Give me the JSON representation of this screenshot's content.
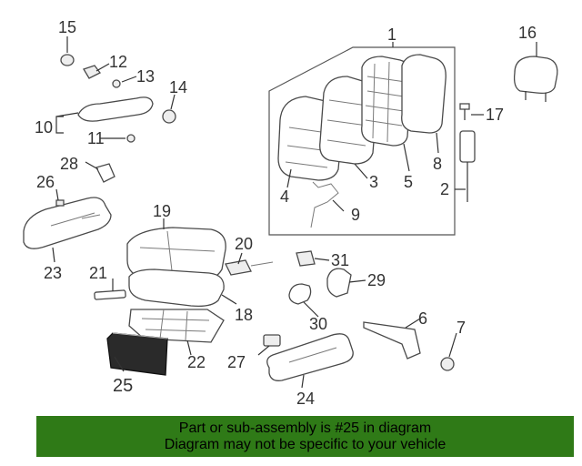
{
  "diagram": {
    "highlighted_part": "25",
    "labels": {
      "p1": "1",
      "p2": "2",
      "p3": "3",
      "p4": "4",
      "p5": "5",
      "p6": "6",
      "p7": "7",
      "p8": "8",
      "p9": "9",
      "p10": "10",
      "p11": "11",
      "p12": "12",
      "p13": "13",
      "p14": "14",
      "p15": "15",
      "p16": "16",
      "p17": "17",
      "p18": "18",
      "p19": "19",
      "p20": "20",
      "p21": "21",
      "p22": "22",
      "p23": "23",
      "p24": "24",
      "p25": "25",
      "p26": "26",
      "p27": "27",
      "p28": "28",
      "p29": "29",
      "p30": "30",
      "p31": "31"
    }
  },
  "banner": {
    "line1": "Part or sub-assembly is #25 in diagram",
    "line2": "Diagram may not be specific to your vehicle",
    "color": "#2f7a17"
  }
}
